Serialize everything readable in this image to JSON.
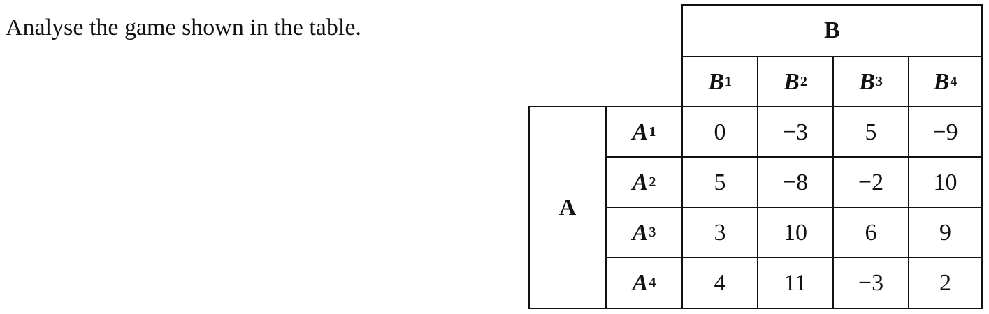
{
  "prompt": "Analyse the game shown in the table.",
  "table": {
    "column_player": "B",
    "row_player": "A",
    "columns": [
      {
        "letter": "B",
        "sub": "1"
      },
      {
        "letter": "B",
        "sub": "2"
      },
      {
        "letter": "B",
        "sub": "3"
      },
      {
        "letter": "B",
        "sub": "4"
      }
    ],
    "rows": [
      {
        "letter": "A",
        "sub": "1",
        "values": [
          "0",
          "−3",
          "5",
          "−9"
        ]
      },
      {
        "letter": "A",
        "sub": "2",
        "values": [
          "5",
          "−8",
          "−2",
          "10"
        ]
      },
      {
        "letter": "A",
        "sub": "3",
        "values": [
          "3",
          "10",
          "6",
          "9"
        ]
      },
      {
        "letter": "A",
        "sub": "4",
        "values": [
          "4",
          "11",
          "−3",
          "2"
        ]
      }
    ]
  }
}
